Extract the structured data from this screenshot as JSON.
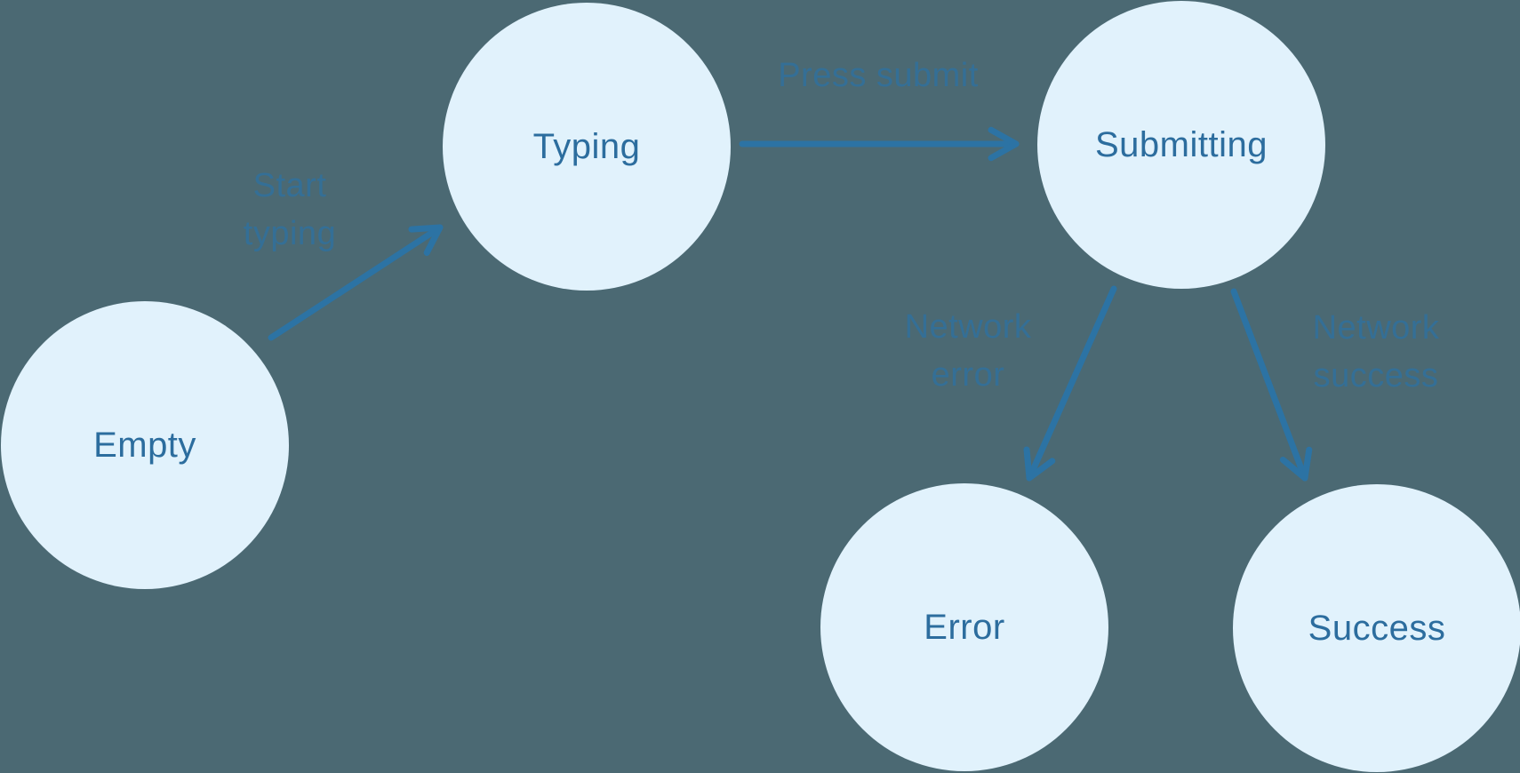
{
  "diagram": {
    "type": "state-machine-flow",
    "nodes": [
      {
        "id": "empty",
        "label": "Empty"
      },
      {
        "id": "typing",
        "label": "Typing"
      },
      {
        "id": "submitting",
        "label": "Submitting"
      },
      {
        "id": "error",
        "label": "Error"
      },
      {
        "id": "success",
        "label": "Success"
      }
    ],
    "edges": [
      {
        "from": "empty",
        "to": "typing",
        "label": "Start typing"
      },
      {
        "from": "typing",
        "to": "submitting",
        "label": "Press submit"
      },
      {
        "from": "submitting",
        "to": "error",
        "label": "Network error"
      },
      {
        "from": "submitting",
        "to": "success",
        "label": "Network success"
      }
    ],
    "colors": {
      "background": "#4B6973",
      "node_fill": "#E1F2FC",
      "node_text": "#2C6D9E",
      "arrow": "#2C73A4",
      "edge_label": "#33709A"
    }
  }
}
